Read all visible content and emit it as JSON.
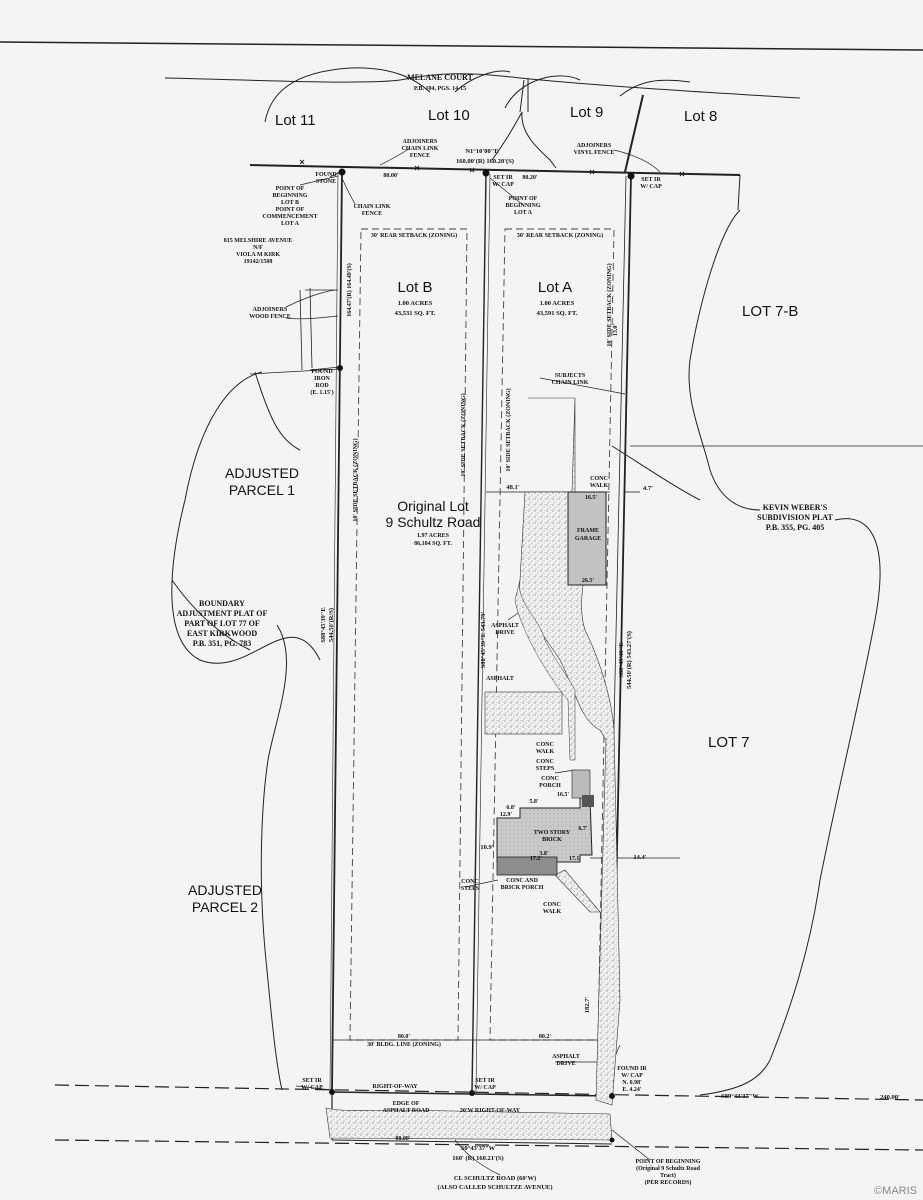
{
  "road_top": {
    "name": "MELANE COURT",
    "plat_ref": "P.B. 104, PGS. 14-15"
  },
  "lots": {
    "lot11": "Lot 11",
    "lot10": "Lot 10",
    "lot9": "Lot 9",
    "lot8": "Lot 8",
    "lot7b": "LOT 7-B",
    "lot7": "LOT 7"
  },
  "lot_b": {
    "title": "Lot B",
    "acres": "1.00 ACRES",
    "sqft": "43,531 SQ. FT."
  },
  "lot_a": {
    "title": "Lot A",
    "acres": "1.00 ACRES",
    "sqft": "43,591 SQ. FT."
  },
  "original_lot": {
    "line1": "Original Lot",
    "line2": "9 Schultz Road",
    "acres": "1.97 ACRES",
    "sqft": "86,104 SQ. FT."
  },
  "adjusted_parcel1": {
    "line1": "ADJUSTED",
    "line2": "PARCEL 1"
  },
  "adjusted_parcel2": {
    "line1": "ADJUSTED",
    "line2": "PARCEL 2"
  },
  "boundary_plat": {
    "line1": "BOUNDARY",
    "line2": "ADJUSTMENT PLAT OF",
    "line3": "PART OF LOT 77 OF",
    "line4": "EAST KIRKWOOD",
    "line5": "P.B. 351, PG. 783"
  },
  "weber_plat": {
    "line1": "KEVIN WEBER'S",
    "line2": "SUBDIVISION PLAT",
    "line3": "P.B. 355, PG. 405"
  },
  "callouts": {
    "adjoiners_chain_link": [
      "ADJOINERS",
      "CHAIN LINK",
      "FENCE"
    ],
    "adjoiners_vinyl": [
      "ADJOINERS",
      "VINYL FENCE"
    ],
    "adjoiners_wood": [
      "ADJOINERS",
      "WOOD FENCE"
    ],
    "chain_link_fence": [
      "CHAIN LINK",
      "FENCE"
    ],
    "found_stone": [
      "FOUND",
      "STONE"
    ],
    "point_beginning_lot_b": [
      "POINT OF",
      "BEGINNING",
      "LOT B",
      "POINT OF",
      "COMMENCEMENT",
      "LOT A"
    ],
    "point_beginning_lot_a": [
      "POINT OF",
      "BEGINNING",
      "LOT A"
    ],
    "set_ir_cap_top": [
      "SET IR",
      "W/ CAP"
    ],
    "set_ir_cap_right": [
      "SET IR",
      "W/ CAP"
    ],
    "owner": [
      "815 MELSHIRE AVENUE",
      "N/F",
      "VIOLA M KIRK",
      "19142/1508"
    ],
    "found_iron_rod": [
      "FOUND",
      "IRON",
      "ROD",
      "(E. 1.15')"
    ],
    "subjects_chain_link": [
      "SUBJECTS",
      "CHAIN LINK"
    ],
    "conc_walk_1": [
      "CONC",
      "WALK"
    ],
    "frame_garage": [
      "FRAME",
      "GARAGE"
    ],
    "asphalt_drive_1": [
      "ASPHALT",
      "DRIVE"
    ],
    "asphalt": "ASPHALT",
    "conc_walk_2": [
      "CONC",
      "WALK"
    ],
    "conc_steps_1": [
      "CONC",
      "STEPS"
    ],
    "conc_porch": [
      "CONC",
      "PORCH"
    ],
    "two_story": [
      "TWO STORY",
      "BRICK"
    ],
    "conc_steps_2": [
      "CONC",
      "STEPS"
    ],
    "conc_brick_porch": [
      "CONC AND",
      "BRICK PORCH"
    ],
    "conc_walk_3": [
      "CONC",
      "WALK"
    ],
    "asphalt_drive_2": [
      "ASPHALT",
      "DRIVE"
    ],
    "found_ir_cap": [
      "FOUND IR",
      "W/ CAP",
      "N. 0.98'",
      "E. 4.24'"
    ],
    "set_ir_cap_bl": [
      "SET IR",
      "W/ CAP"
    ],
    "set_ir_cap_bm": [
      "SET IR",
      "W/ CAP"
    ],
    "right_of_way": "RIGHT-OF-WAY",
    "edge_asphalt": [
      "EDGE OF",
      "ASPHALT ROAD"
    ],
    "row_30": "30'W RIGHT-OF-WAY",
    "pob_original": [
      "POINT OF BEGINNING",
      "(Original 9 Schultz Road",
      "Tract)",
      "(PER RECORDS)"
    ],
    "schultz_road": [
      "CL SCHULTZ ROAD (60'W)",
      "(ALSO CALLED SCHULTZE AVENUE)"
    ]
  },
  "setbacks": {
    "rear_b": "30' REAR SETBACK (ZONING)",
    "rear_a": "30' REAR SETBACK (ZONING)",
    "side_left": "10' SIDE SETBACK (ZONING)",
    "side_mid_b": "10' SIDE SETBACK (ZONING)",
    "side_mid_a": "10' SIDE SETBACK (ZONING)",
    "side_right": "10' SIDE SETBACK (ZONING)",
    "bldg_line": "30' BLDG. LINE (ZONING)"
  },
  "bearings": {
    "north_line": [
      "N1°10'00\"E",
      "160.00'(R) 160.20'(S)"
    ],
    "west_line": [
      "S88°45'39\"E",
      "544.50'(R/S)"
    ],
    "mid_line": "S88°45'39\"E 543.79'",
    "east_line": [
      "S88°45'39\"E",
      "544.50'(R) 543.27'(S)"
    ],
    "south_line": [
      "S0°43'37\"W",
      "160' (R) 160.21'(S)"
    ],
    "road_line": "S89°43'37\"W",
    "road_dist": "240.00'",
    "top_dist_b": "80.00'",
    "top_dist_a": "80.20'",
    "bottom_dist_b": "80.0'",
    "bottom_dist_a": "80.2'",
    "bottom_dist_left": "80.00'",
    "west_segment": "164.47'(R) 164.49'(S)"
  },
  "dims": {
    "d481": "48.1'",
    "d47": "4.7'",
    "d165": "16.5'",
    "d265": "26.5'",
    "d130": "13.0'",
    "d109": "10.9'",
    "d144": "14.4'",
    "d1827": "182.7'",
    "d129": "12.9'",
    "d172": "17.2'",
    "d171": "17.1'",
    "d58": "5.8'",
    "d68": "6.8'",
    "d165b": "16.5'",
    "d67": "6.7'",
    "d38": "3.8'"
  },
  "watermark": "©MARIS"
}
